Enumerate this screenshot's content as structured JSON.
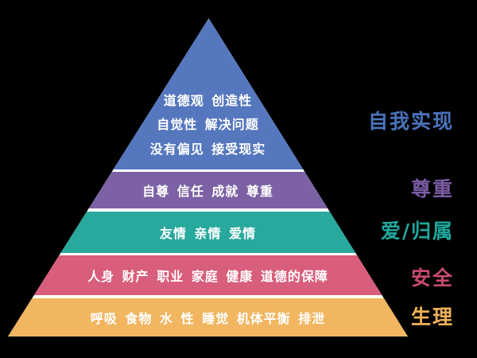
{
  "background_color": "#000000",
  "separator_color": "#FFFFFF",
  "band_text_color": "#FFFFFF",
  "pyramid": {
    "levels": [
      {
        "name": "self-actualization",
        "side_label": "自我实现",
        "band_color": "#5577BE",
        "label_color": "#4A73BB",
        "lines": [
          "道德观 创造性",
          "自觉性 解决问题",
          "没有偏见 接受现实"
        ]
      },
      {
        "name": "esteem",
        "side_label": "尊重",
        "band_color": "#7C62A4",
        "label_color": "#7A5BA3",
        "lines": [
          "自尊 信任 成就 尊重"
        ]
      },
      {
        "name": "love-belonging",
        "side_label": "爱/归属",
        "band_color": "#29A99D",
        "label_color": "#1FA79B",
        "lines": [
          "友情 亲情 爱情"
        ]
      },
      {
        "name": "safety",
        "side_label": "安全",
        "band_color": "#D85E7B",
        "label_color": "#C64A6E",
        "lines": [
          "人身 财产 职业 家庭 健康 道德的保障"
        ]
      },
      {
        "name": "physiological",
        "side_label": "生理",
        "band_color": "#F2B661",
        "label_color": "#EEB057",
        "lines": [
          "呼吸 食物 水 性 睡觉 机体平衡 排泄"
        ]
      }
    ]
  }
}
